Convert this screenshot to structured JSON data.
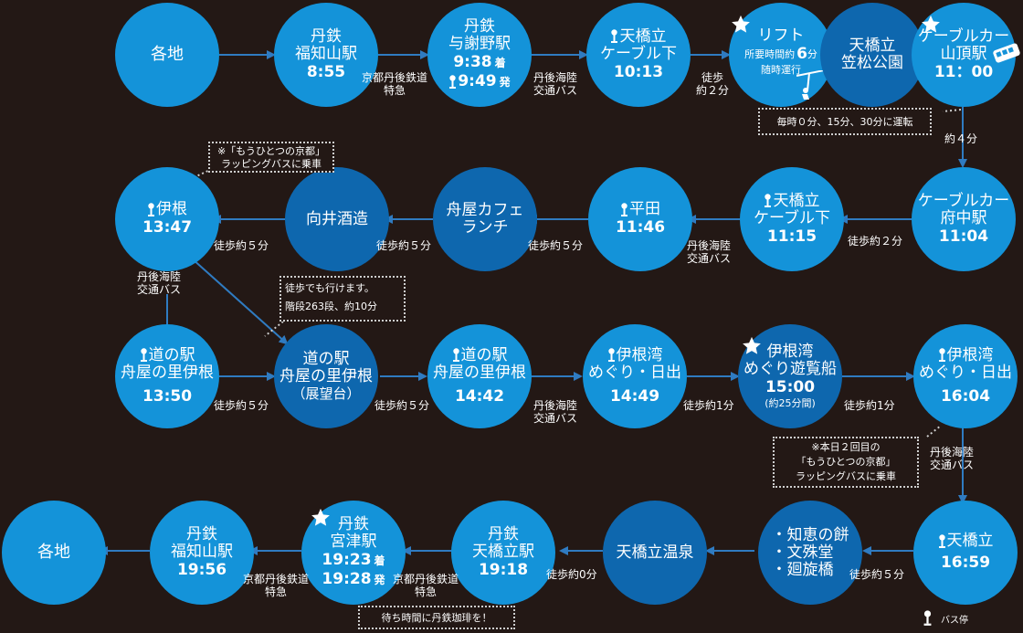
{
  "colors": {
    "background": "#231815",
    "node_light": "#1493d9",
    "node_dark": "#0e67ae",
    "arrow": "#2f7bc1",
    "note_border": "#cfcfcf"
  },
  "nodes": {
    "start": "各地",
    "fukuchiyama1": {
      "l1": "丹鉄",
      "l2": "福知山駅",
      "time": "8:55"
    },
    "yosano": {
      "l1": "丹鉄",
      "l2": "与謝野駅",
      "arrive": "9:38",
      "arrive_tag": "着",
      "depart": "9:49",
      "depart_tag": "発"
    },
    "cable_bottom1": {
      "l1": "天橋立",
      "l2": "ケーブル下",
      "time": "10:13"
    },
    "lift": {
      "title": "リフト",
      "desc1": "所要時間約",
      "desc_num": "6",
      "desc_unit": "分",
      "desc2": "随時運行"
    },
    "kasamatsu": {
      "l1": "天橋立",
      "l2": "笠松公園"
    },
    "cable_top": {
      "l1": "ケーブルカー",
      "l2": "山頂駅",
      "time": "11：00"
    },
    "cable_fuchu": {
      "l1": "ケーブルカー",
      "l2": "府中駅",
      "time": "11:04"
    },
    "cable_bottom2": {
      "l1": "天橋立",
      "l2": "ケーブル下",
      "time": "11:15"
    },
    "hirata": {
      "l1": "平田",
      "time": "11:46"
    },
    "cafe": {
      "l1": "舟屋カフェ",
      "l2": "ランチ"
    },
    "mukai": {
      "l1": "向井酒造"
    },
    "ine": {
      "l1": "伊根",
      "time": "13:47"
    },
    "michinoeki1": {
      "l1": "道の駅",
      "l2": "舟屋の里伊根",
      "time": "13:50"
    },
    "observatory": {
      "l1": "道の駅",
      "l2": "舟屋の里伊根",
      "l3": "（展望台）"
    },
    "michinoeki2": {
      "l1": "道の駅",
      "l2": "舟屋の里伊根",
      "time": "14:42"
    },
    "inewan1": {
      "l1": "伊根湾",
      "l2": "めぐり・日出",
      "time": "14:49"
    },
    "boat": {
      "l1": "伊根湾",
      "l2": "めぐり遊覧船",
      "time": "15:00",
      "sub": "(約25分間)"
    },
    "inewan2": {
      "l1": "伊根湾",
      "l2": "めぐり・日出",
      "time": "16:04"
    },
    "amanohashidate": {
      "l1": "天橋立",
      "time": "16:59"
    },
    "sights": {
      "items": [
        "知恵の餅",
        "文殊堂",
        "廻旋橋"
      ]
    },
    "onsen": {
      "l1": "天橋立温泉"
    },
    "amanohashidate_st": {
      "l1": "丹鉄",
      "l2": "天橋立駅",
      "time": "19:18"
    },
    "miyazu": {
      "l1": "丹鉄",
      "l2": "宮津駅",
      "arrive": "19:23",
      "arrive_tag": "着",
      "depart": "19:28",
      "depart_tag": "発"
    },
    "fukuchiyama2": {
      "l1": "丹鉄",
      "l2": "福知山駅",
      "time": "19:56"
    },
    "end": "各地"
  },
  "edges": {
    "kyoto_tango_1a": "京都丹後鉄道",
    "kyoto_tango_1b": "特急",
    "bus1a": "丹後海陸",
    "bus1b": "交通バス",
    "walk2a": "徒歩",
    "walk2b": "約２分",
    "walk4": "約４分",
    "walk2_r2": "徒歩約２分",
    "bus2a": "丹後海陸",
    "bus2b": "交通バス",
    "walk5_a": "徒歩約５分",
    "walk5_b": "徒歩約５分",
    "walk5_c": "徒歩約５分",
    "bus3a": "丹後海陸",
    "bus3b": "交通バス",
    "walk5_d": "徒歩約５分",
    "walk5_e": "徒歩約５分",
    "bus4a": "丹後海陸",
    "bus4b": "交通バス",
    "walk1_a": "徒歩約1分",
    "walk1_b": "徒歩約1分",
    "bus5a": "丹後海陸",
    "bus5b": "交通バス",
    "walk5_f": "徒歩約５分",
    "walk0": "徒歩約0分",
    "kyoto_tango_2a": "京都丹後鉄道",
    "kyoto_tango_2b": "特急",
    "kyoto_tango_3a": "京都丹後鉄道",
    "kyoto_tango_3b": "特急"
  },
  "notes": {
    "cable_schedule": "毎時０分、15分、30分に運転",
    "wrapping1_a": "※「もうひとつの京都」",
    "wrapping1_b": "ラッピングバスに乗車",
    "stairs_a": "徒歩でも行けます。",
    "stairs_b": "階段263段、約10分",
    "wrapping2_a": "※本日２回目の",
    "wrapping2_b": "「もうひとつの京都」",
    "wrapping2_c": "ラッピングバスに乗車",
    "coffee": "待ち時間に丹鉄珈琲を！"
  },
  "legend": {
    "bus_stop": "バス停"
  }
}
